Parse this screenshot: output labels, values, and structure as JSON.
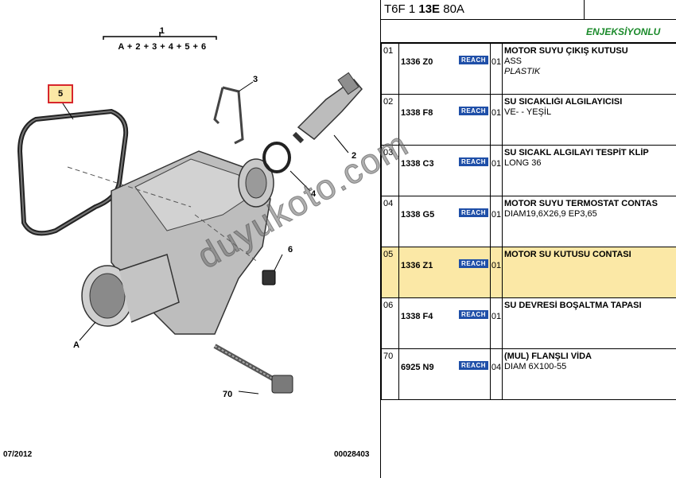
{
  "diagram": {
    "formula_number": "1",
    "formula": "A + 2 + 3 + 4 + 5 + 6",
    "callouts": [
      "2",
      "3",
      "4",
      "6",
      "A",
      "70"
    ],
    "highlighted_callout": "5",
    "footer_date": "07/2012",
    "footer_ref": "00028403"
  },
  "header": {
    "code_prefix": "T6F 1 ",
    "code_bold": "13E",
    "code_suffix": " 80A",
    "subtitle": "ENJEKSİYONLU"
  },
  "reach_badge": "REACH",
  "parts": [
    {
      "pos": "01",
      "ref": "1336 Z0",
      "qty": "01",
      "name": "MOTOR SUYU ÇIKIŞ KUTUSU",
      "spec": "ASS",
      "material": "PLASTIK"
    },
    {
      "pos": "02",
      "ref": "1338 F8",
      "qty": "01",
      "name": "SU SICAKLIĞI ALGILAYICISI",
      "spec": "VE- - YEŞİL",
      "material": ""
    },
    {
      "pos": "03",
      "ref": "1338 C3",
      "qty": "01",
      "name": "SU SICAKL ALGILAYI TESPİT KLİP",
      "spec": "LONG 36",
      "material": ""
    },
    {
      "pos": "04",
      "ref": "1338 G5",
      "qty": "01",
      "name": "MOTOR SUYU TERMOSTAT CONTAS",
      "spec": "DIAM19,6X26,9 EP3,65",
      "material": ""
    },
    {
      "pos": "05",
      "ref": "1336 Z1",
      "qty": "01",
      "name": "MOTOR SU KUTUSU CONTASI",
      "spec": "",
      "material": "",
      "highlight": true
    },
    {
      "pos": "06",
      "ref": "1338 F4",
      "qty": "01",
      "name": "SU DEVRESİ BOŞALTMA TAPASI",
      "spec": "",
      "material": ""
    },
    {
      "pos": "70",
      "ref": "6925 N9",
      "qty": "04",
      "name": "(MUL) FLANŞLI VİDA",
      "spec": "DIAM 6X100-55",
      "material": ""
    }
  ],
  "watermark": "duyukoto.com"
}
